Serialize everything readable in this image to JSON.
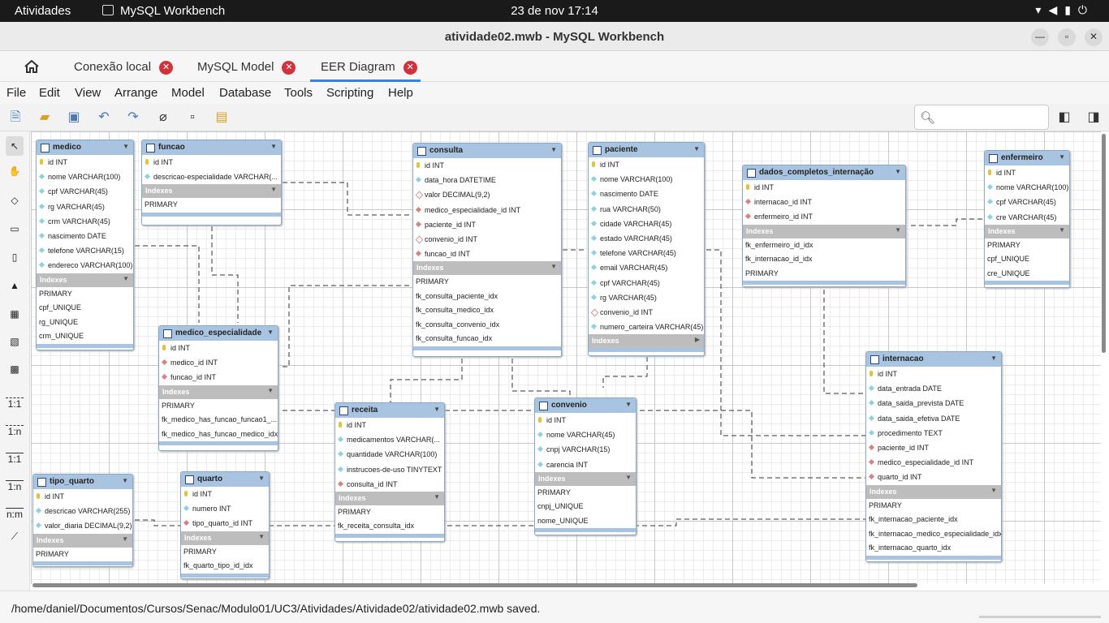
{
  "topbar": {
    "activities": "Atividades",
    "app_name": "MySQL Workbench",
    "clock": "23 de nov  17:14"
  },
  "window": {
    "title": "atividade02.mwb - MySQL Workbench"
  },
  "tabs": [
    {
      "label": "Conexão local"
    },
    {
      "label": "MySQL Model"
    },
    {
      "label": "EER Diagram",
      "active": true
    }
  ],
  "menu": [
    "File",
    "Edit",
    "View",
    "Arrange",
    "Model",
    "Database",
    "Tools",
    "Scripting",
    "Help"
  ],
  "palette": {
    "r11": "1:1",
    "r1n": "1:n",
    "r11b": "1:1",
    "r1nb": "1:n",
    "rnm": "n:m"
  },
  "tables": {
    "medico": {
      "name": "medico",
      "cols": [
        [
          "pk",
          "id INT"
        ],
        [
          "c",
          "nome VARCHAR(100)"
        ],
        [
          "c",
          "cpf VARCHAR(45)"
        ],
        [
          "c",
          "rg VARCHAR(45)"
        ],
        [
          "c",
          "crm VARCHAR(45)"
        ],
        [
          "c",
          "nascimento DATE"
        ],
        [
          "c",
          "telefone VARCHAR(15)"
        ],
        [
          "c",
          "endereco VARCHAR(100)"
        ]
      ],
      "indexes_label": "Indexes",
      "indexes": [
        "PRIMARY",
        "cpf_UNIQUE",
        "rg_UNIQUE",
        "crm_UNIQUE"
      ]
    },
    "funcao": {
      "name": "funcao",
      "cols": [
        [
          "pk",
          "id INT"
        ],
        [
          "c",
          "descricao-especialidade VARCHAR(..."
        ]
      ],
      "indexes_label": "Indexes",
      "indexes": [
        "PRIMARY"
      ]
    },
    "medico_especialidade": {
      "name": "medico_especialidade",
      "cols": [
        [
          "pk",
          "id INT"
        ],
        [
          "fk",
          "medico_id INT"
        ],
        [
          "fk",
          "funcao_id INT"
        ]
      ],
      "indexes_label": "Indexes",
      "indexes": [
        "PRIMARY",
        "fk_medico_has_funcao_funcao1_...",
        "fk_medico_has_funcao_medico_idx"
      ]
    },
    "consulta": {
      "name": "consulta",
      "cols": [
        [
          "pk",
          "id INT"
        ],
        [
          "c",
          "data_hora DATETIME"
        ],
        [
          "nl",
          "valor DECIMAL(9,2)"
        ],
        [
          "fk",
          "medico_especialidade_id INT"
        ],
        [
          "fk",
          "paciente_id INT"
        ],
        [
          "nl",
          "convenio_id INT"
        ],
        [
          "fk",
          "funcao_id INT"
        ]
      ],
      "indexes_label": "Indexes",
      "indexes": [
        "PRIMARY",
        "fk_consulta_paciente_idx",
        "fk_consulta_medico_idx",
        "fk_consulta_convenio_idx",
        "fk_consulta_funcao_idx"
      ]
    },
    "paciente": {
      "name": "paciente",
      "cols": [
        [
          "pk",
          "id INT"
        ],
        [
          "c",
          "nome VARCHAR(100)"
        ],
        [
          "c",
          "nascimento DATE"
        ],
        [
          "c",
          "rua VARCHAR(50)"
        ],
        [
          "c",
          "cidade VARCHAR(45)"
        ],
        [
          "c",
          "estado VARCHAR(45)"
        ],
        [
          "c",
          "telefone VARCHAR(45)"
        ],
        [
          "c",
          "email VARCHAR(45)"
        ],
        [
          "c",
          "cpf VARCHAR(45)"
        ],
        [
          "c",
          "rg VARCHAR(45)"
        ],
        [
          "nl",
          "convenio_id INT"
        ],
        [
          "c",
          "numero_carteira VARCHAR(45)"
        ]
      ],
      "indexes_label": "Indexes",
      "indexes": []
    },
    "dados": {
      "name": "dados_completos_internação",
      "cols": [
        [
          "pk",
          "id INT"
        ],
        [
          "fk",
          "internacao_id INT"
        ],
        [
          "fk",
          "enfermeiro_id INT"
        ]
      ],
      "indexes_label": "Indexes",
      "indexes": [
        "fk_enfermeiro_id_idx",
        "fk_internacao_id_idx",
        "PRIMARY"
      ]
    },
    "enfermeiro": {
      "name": "enfermeiro",
      "cols": [
        [
          "pk",
          "id INT"
        ],
        [
          "c",
          "nome VARCHAR(100)"
        ],
        [
          "c",
          "cpf VARCHAR(45)"
        ],
        [
          "c",
          "cre VARCHAR(45)"
        ]
      ],
      "indexes_label": "Indexes",
      "indexes": [
        "PRIMARY",
        "cpf_UNIQUE",
        "cre_UNIQUE"
      ]
    },
    "receita": {
      "name": "receita",
      "cols": [
        [
          "pk",
          "id INT"
        ],
        [
          "c",
          "medicamentos VARCHAR(..."
        ],
        [
          "c",
          "quantidade VARCHAR(100)"
        ],
        [
          "c",
          "instrucoes-de-uso TINYTEXT"
        ],
        [
          "fk",
          "consulta_id INT"
        ]
      ],
      "indexes_label": "Indexes",
      "indexes": [
        "PRIMARY",
        "fk_receita_consulta_idx"
      ]
    },
    "convenio": {
      "name": "convenio",
      "cols": [
        [
          "pk",
          "id INT"
        ],
        [
          "c",
          "nome VARCHAR(45)"
        ],
        [
          "c",
          "cnpj VARCHAR(15)"
        ],
        [
          "c",
          "carencia INT"
        ]
      ],
      "indexes_label": "Indexes",
      "indexes": [
        "PRIMARY",
        "cnpj_UNIQUE",
        "nome_UNIQUE"
      ]
    },
    "internacao": {
      "name": "internacao",
      "cols": [
        [
          "pk",
          "id INT"
        ],
        [
          "c",
          "data_entrada DATE"
        ],
        [
          "c",
          "data_saida_prevista DATE"
        ],
        [
          "c",
          "data_saida_efetiva DATE"
        ],
        [
          "c",
          "procedimento TEXT"
        ],
        [
          "fk",
          "paciente_id INT"
        ],
        [
          "fk",
          "medico_especialidade_id INT"
        ],
        [
          "fk",
          "quarto_id INT"
        ]
      ],
      "indexes_label": "Indexes",
      "indexes": [
        "PRIMARY",
        "fk_internacao_paciente_idx",
        "fk_internacao_medico_especialidade_idx",
        "fk_internacao_quarto_idx"
      ]
    },
    "tipo_quarto": {
      "name": "tipo_quarto",
      "cols": [
        [
          "pk",
          "id INT"
        ],
        [
          "c",
          "descricao VARCHAR(255)"
        ],
        [
          "c",
          "valor_diaria DECIMAL(9,2)"
        ]
      ],
      "indexes_label": "Indexes",
      "indexes": [
        "PRIMARY"
      ]
    },
    "quarto": {
      "name": "quarto",
      "cols": [
        [
          "pk",
          "id INT"
        ],
        [
          "c",
          "numero INT"
        ],
        [
          "fk",
          "tipo_quarto_id INT"
        ]
      ],
      "indexes_label": "Indexes",
      "indexes": [
        "PRIMARY",
        "fk_quarto_tipo_id_idx"
      ]
    }
  },
  "status": {
    "message": "/home/daniel/Documentos/Cursos/Senac/Modulo01/UC3/Atividades/Atividade02/atividade02.mwb saved."
  }
}
